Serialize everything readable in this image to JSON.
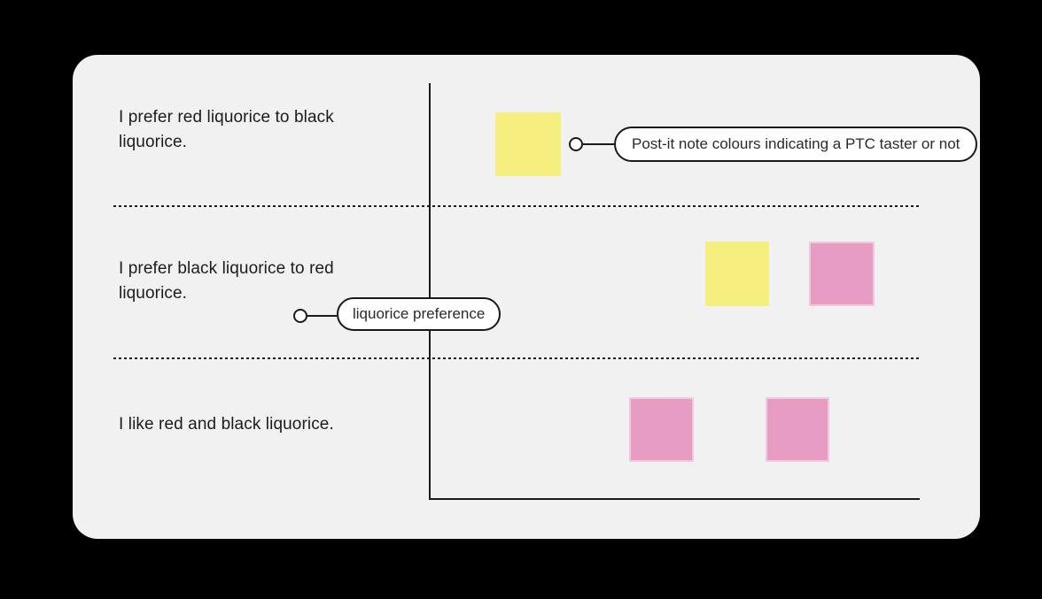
{
  "board": {
    "rows": [
      {
        "label_lines": [
          "I prefer red liquorice to black",
          "liquorice."
        ],
        "notes": [
          {
            "color_name": "yellow"
          }
        ]
      },
      {
        "label_lines": [
          "I prefer black liquorice to red",
          "liquorice."
        ],
        "notes": [
          {
            "color_name": "yellow"
          },
          {
            "color_name": "pink"
          }
        ]
      },
      {
        "label_lines": [
          "I like red and black liquorice."
        ],
        "notes": [
          {
            "color_name": "pink"
          },
          {
            "color_name": "pink"
          }
        ]
      }
    ]
  },
  "callouts": {
    "note_colours": {
      "text": "Post-it note colours indicating a PTC taster or not"
    },
    "preference": {
      "text": "liquorice preference"
    }
  },
  "colors": {
    "page_bg": "#000000",
    "panel_bg": "#f1f1f1",
    "postit_yellow": "#f4ef7f",
    "postit_pink": "#e69cc3",
    "postit_pink_border": "#f3c7df",
    "line": "#1a1a1a",
    "bubble_bg": "#ffffff",
    "text": "#1c1c1c"
  }
}
